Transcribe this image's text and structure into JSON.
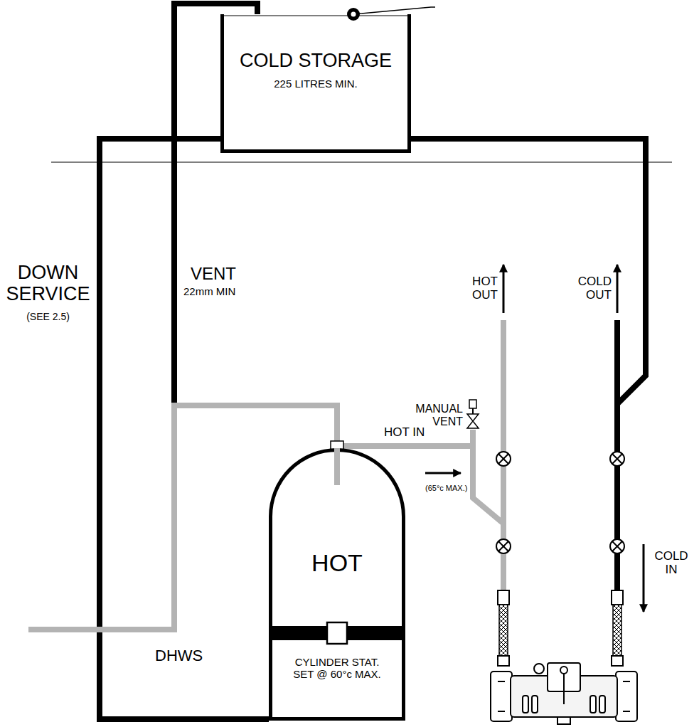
{
  "diagram": {
    "nodes": [
      {
        "text": [
          "COLD STORAGE",
          "225 LITRES MIN."
        ]
      },
      {
        "text": [
          "HOT"
        ]
      },
      {
        "text": [
          "CYLINDER STAT. SET @ 60°c MAX."
        ],
        "in": 1
      }
    ],
    "edges": [
      {
        "from": 0,
        "to": 1,
        "arrow": "none"
      },
      {
        "from": 1,
        "to": 0,
        "arrow": "none"
      }
    ],
    "labels": [
      "DOWN SERVICE",
      "(SEE 2.5)",
      "VENT",
      "22mm MIN",
      "HOT OUT",
      "COLD OUT",
      "MANUAL VENT",
      "HOT IN",
      "(65°c MAX.)",
      "COLD IN",
      "DHWS"
    ]
  }
}
